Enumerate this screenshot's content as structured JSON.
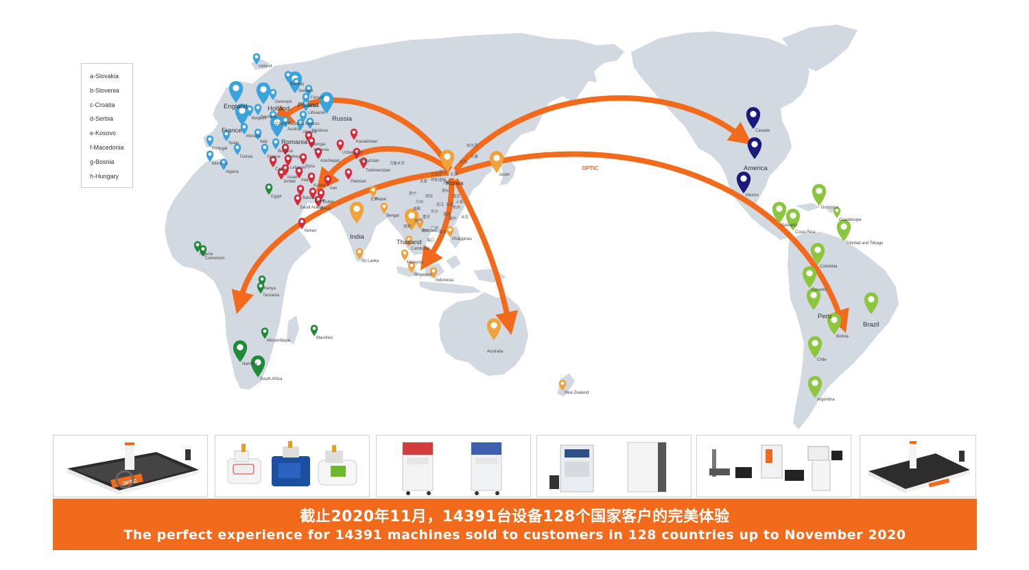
{
  "legend": [
    "a-Slovakia",
    "b-Slovenia",
    "c-Croatia",
    "d-Serbia",
    "e-Kosovo",
    "f-Macedonia",
    "g-Bosnia",
    "h-Hungary"
  ],
  "colors": {
    "arrow": "#f26a1b",
    "europe": "#3aa3dc",
    "middle_east": "#d8283a",
    "asia": "#f0a33a",
    "africa": "#1f8a3a",
    "north_america": "#1a1a7a",
    "south_america": "#8cc63f",
    "land": "#d2d9e1",
    "banner": "#f26a1b"
  },
  "map": {
    "brand": "OPTIC",
    "markers": {
      "europe": [
        "England",
        "Holland",
        "France",
        "Poland",
        "Russia",
        "Romania",
        "Iceland",
        "Norway",
        "Sweden",
        "Finland",
        "Denmark",
        "Latvia",
        "Lithuania",
        "Belarus",
        "Germany",
        "Belgium",
        "Czech Republic",
        "Austria",
        "Ukraine",
        "Moldova",
        "Portugal",
        "Spain",
        "Monaco",
        "Italy",
        "Bulgaria",
        "Greece",
        "Morocco",
        "Tunisia",
        "Algeria"
      ],
      "middle_east": [
        "Kazakhstan",
        "Uzbekistan",
        "Kyrgyzstan",
        "Turkmenistan",
        "Turkey",
        "Georgia",
        "Armenia",
        "Azerbaijan",
        "Cyprus",
        "Lebanon",
        "Syria",
        "Israel",
        "Jordan",
        "Iraq",
        "Kuwait",
        "Iran",
        "Pakistan",
        "Bahrain",
        "Qatar",
        "Saudi Arabia",
        "Dubai",
        "Oman",
        "Yemen"
      ],
      "asia": [
        "Korea",
        "Japan",
        "India",
        "Nepal",
        "Bengal",
        "Thailand",
        "Vietnam",
        "Cambodia",
        "Philippines",
        "Malaysia",
        "Singapore",
        "Indonesia",
        "Sri Lanka",
        "Australia",
        "New Zealand"
      ],
      "africa": [
        "Egypt",
        "Nigeria",
        "Cameroon",
        "Kenya",
        "Tanzania",
        "Mozambique",
        "Mauritius",
        "Namibia",
        "South Africa"
      ],
      "north_america": [
        "Canada",
        "America",
        "Mexico"
      ],
      "south_america": [
        "Dominica",
        "Guadeloupe",
        "Salvador",
        "Costa Rica",
        "Trinidad and Tobago",
        "Colombia",
        "Ecuador",
        "Peru",
        "Brazil",
        "Bolivia",
        "Chile",
        "Argentina"
      ]
    },
    "china_cities": [
      "哈尔滨",
      "长春",
      "沈阳",
      "乌鲁木齐",
      "北京",
      "天津",
      "石家庄",
      "太原",
      "呼和浩特",
      "济南",
      "郑州",
      "西安",
      "西宁",
      "兰州",
      "拉萨",
      "成都",
      "重庆",
      "武汉",
      "南京",
      "上海",
      "杭州",
      "合肥",
      "长沙",
      "南昌",
      "福州",
      "贵阳",
      "昆明",
      "南宁",
      "广州",
      "香港",
      "台北",
      "海口"
    ]
  },
  "products": [
    "Tube fiber laser cutting machine",
    "Laser welding machines",
    "Handheld fiber laser welding machines",
    "Laser cleaning machines",
    "Laser marking machines",
    "Sheet fiber laser cutting machine"
  ],
  "banner": {
    "zh": "截止2020年11月，14391台设备128个国家客户的完美体验",
    "en": "The perfect experience for 14391 machines sold to customers in 128 countries up to November 2020"
  }
}
